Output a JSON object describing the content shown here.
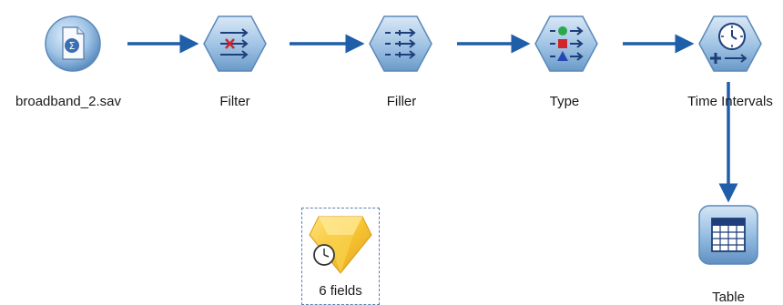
{
  "stream": {
    "nodes": [
      {
        "id": "source",
        "label": "broadband_2.sav",
        "icon": "sav-file-source-icon"
      },
      {
        "id": "filter",
        "label": "Filter",
        "icon": "filter-icon"
      },
      {
        "id": "filler",
        "label": "Filler",
        "icon": "filler-icon"
      },
      {
        "id": "type",
        "label": "Type",
        "icon": "type-icon"
      },
      {
        "id": "time_intervals",
        "label": "Time Intervals",
        "icon": "time-intervals-icon"
      },
      {
        "id": "table",
        "label": "Table",
        "icon": "table-icon"
      }
    ],
    "model_nugget": {
      "label": "6 fields",
      "icon": "time-series-model-nugget-icon"
    },
    "connections": [
      [
        "source",
        "filter"
      ],
      [
        "filter",
        "filler"
      ],
      [
        "filler",
        "type"
      ],
      [
        "type",
        "time_intervals"
      ],
      [
        "time_intervals",
        "table"
      ]
    ]
  },
  "colors": {
    "node_face": "#8eb6dd",
    "node_edge": "#5b88b8",
    "arrow": "#1f5ea8",
    "nugget": "#f6c433"
  }
}
